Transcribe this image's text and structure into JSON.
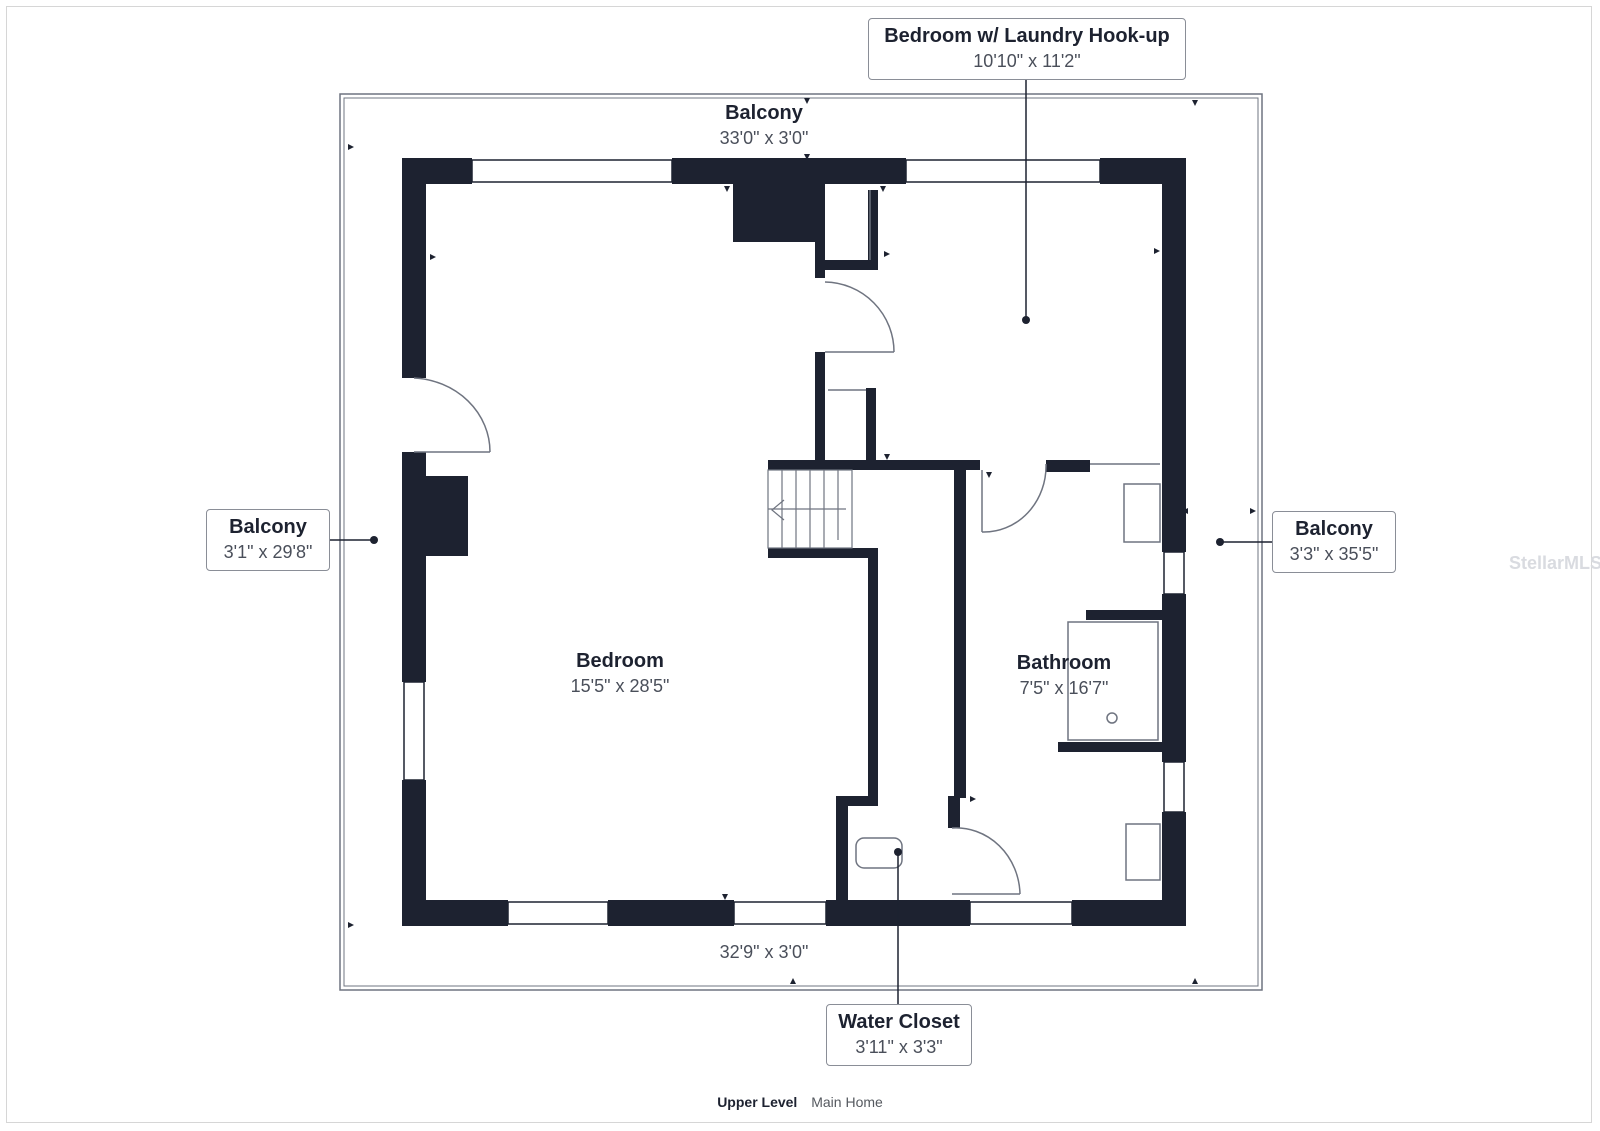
{
  "plan": {
    "colors": {
      "wall": "#1d2230",
      "outline": "#6f7480",
      "window": "#ffffff"
    },
    "rooms": [
      {
        "id": "balcony-top",
        "name": "Balcony",
        "dims": "33'0\" x 3'0\""
      },
      {
        "id": "bedroom-laundry",
        "name": "Bedroom w/ Laundry Hook-up",
        "dims": "10'10\" x 11'2\""
      },
      {
        "id": "balcony-left",
        "name": "Balcony",
        "dims": "3'1\" x 29'8\""
      },
      {
        "id": "balcony-right",
        "name": "Balcony",
        "dims": "3'3\" x 35'5\""
      },
      {
        "id": "bedroom-main",
        "name": "Bedroom",
        "dims": "15'5\" x 28'5\""
      },
      {
        "id": "bathroom",
        "name": "Bathroom",
        "dims": "7'5\" x 16'7\""
      },
      {
        "id": "balcony-bottom",
        "name": "",
        "dims": "32'9\" x 3'0\""
      },
      {
        "id": "water-closet",
        "name": "Water Closet",
        "dims": "3'11\" x 3'3\""
      }
    ],
    "level": "Upper Level",
    "home": "Main Home",
    "watermark": "StellarMLS"
  }
}
